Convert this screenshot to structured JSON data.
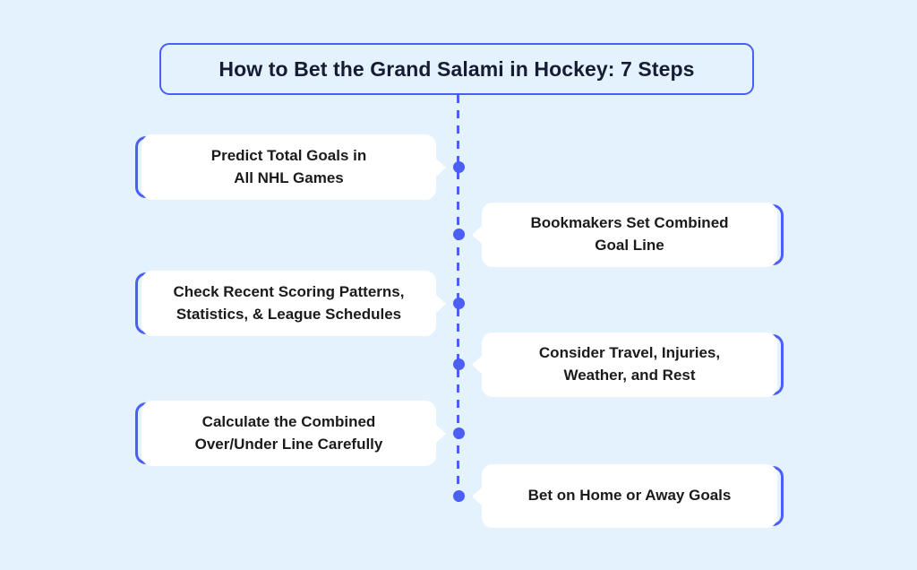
{
  "header": {
    "title": "How to Bet the Grand Salami in Hockey: 7 Steps"
  },
  "colors": {
    "background": "#e3f2fd",
    "accent": "#4b5ef5",
    "card_background": "#ffffff",
    "title_text": "#161c33",
    "card_text": "#1b1b1b"
  },
  "timeline": {
    "orientation": "vertical",
    "line_style": "dashed",
    "steps": [
      {
        "index": 1,
        "side": "left",
        "label": "Predict Total Goals in\nAll NHL Games"
      },
      {
        "index": 2,
        "side": "right",
        "label": "Bookmakers Set Combined\nGoal Line"
      },
      {
        "index": 3,
        "side": "left",
        "label": "Check Recent Scoring Patterns,\nStatistics, & League Schedules"
      },
      {
        "index": 4,
        "side": "right",
        "label": "Consider Travel, Injuries,\nWeather, and Rest"
      },
      {
        "index": 5,
        "side": "left",
        "label": "Calculate the Combined\nOver/Under Line Carefully"
      },
      {
        "index": 6,
        "side": "right",
        "label": "Bet on Home or Away Goals"
      }
    ]
  }
}
